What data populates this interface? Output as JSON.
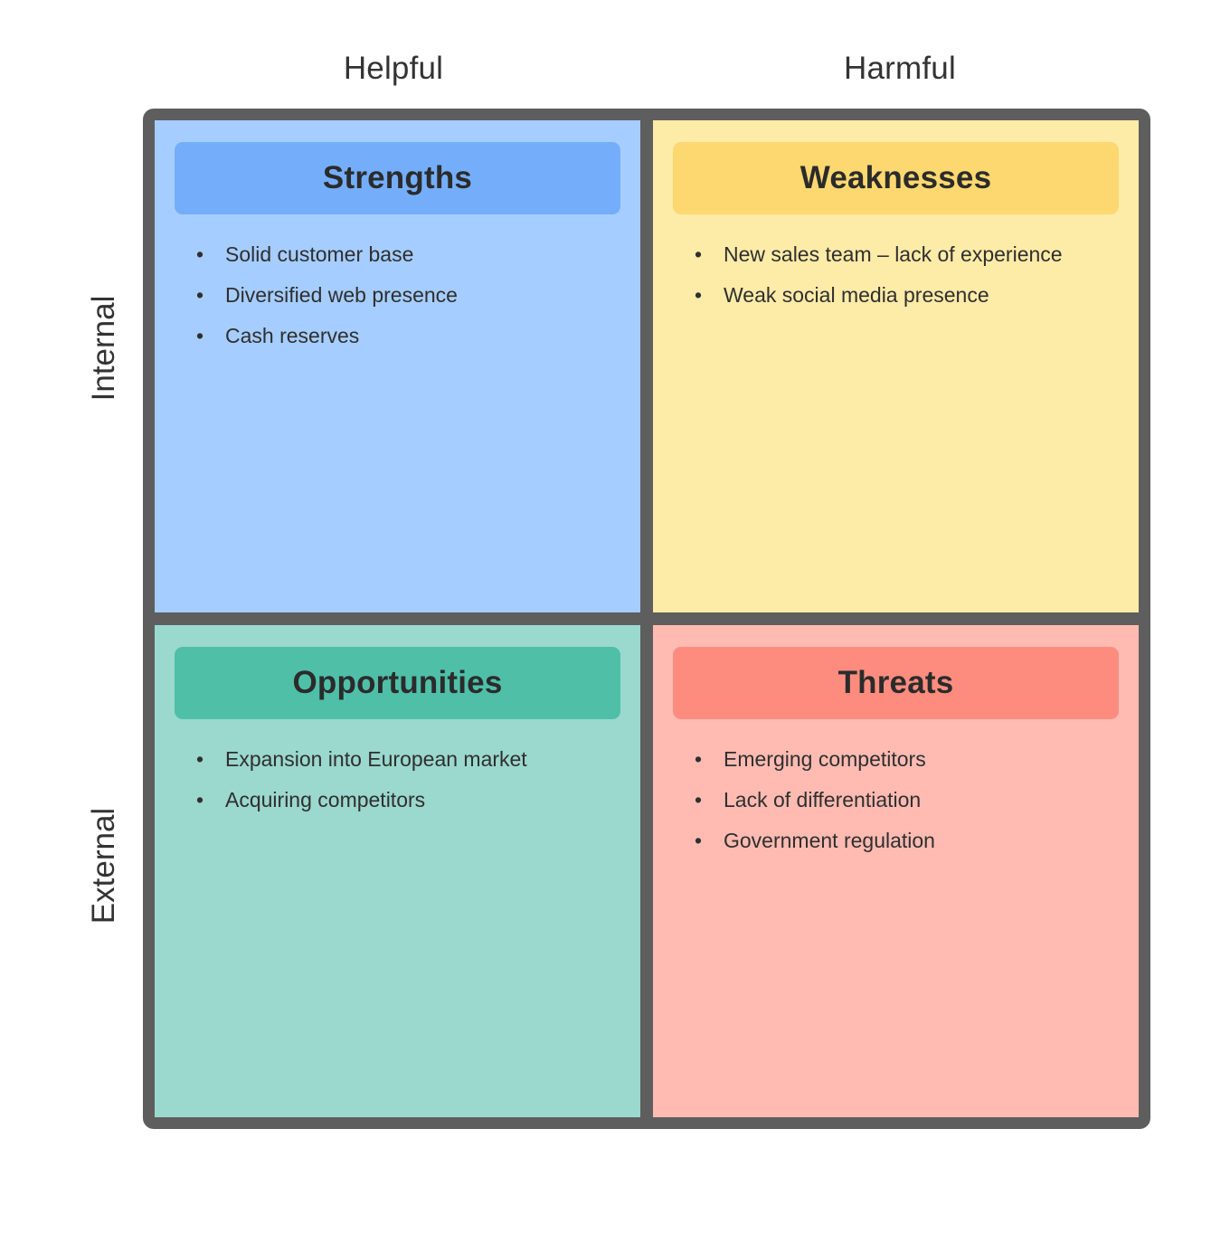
{
  "diagram": {
    "type": "swot-matrix",
    "column_headers": [
      {
        "id": "helpful",
        "label": "Helpful"
      },
      {
        "id": "harmful",
        "label": "Harmful"
      }
    ],
    "row_labels": [
      {
        "id": "internal",
        "label": "Internal"
      },
      {
        "id": "external",
        "label": "External"
      }
    ],
    "bullet_glyph": "•",
    "quadrants": [
      {
        "id": "strengths",
        "title": "Strengths",
        "position": "top-left",
        "fill_color": "#a5cdff",
        "header_color": "#74aefb",
        "items": [
          "Solid customer base",
          "Diversified web presence",
          "Cash reserves"
        ]
      },
      {
        "id": "weaknesses",
        "title": "Weaknesses",
        "position": "top-right",
        "fill_color": "#fdeba8",
        "header_color": "#fdd870",
        "items": [
          "New sales team – lack of experience",
          "Weak social media presence"
        ]
      },
      {
        "id": "opportunities",
        "title": "Opportunities",
        "position": "bottom-left",
        "fill_color": "#9bd8ce",
        "header_color": "#4fbfa8",
        "items": [
          "Expansion into European market",
          "Acquiring competitors"
        ]
      },
      {
        "id": "threats",
        "title": "Threats",
        "position": "bottom-right",
        "fill_color": "#ffbbb2",
        "header_color": "#fd8c7f",
        "items": [
          "Emerging competitors",
          "Lack of differentiation",
          "Government regulation"
        ]
      }
    ],
    "colors": {
      "frame": "#5e5e5e",
      "background": "#ffffff",
      "label_text": "#333333",
      "body_text": "#2f2f2f",
      "title_text": "#2b2b2b"
    }
  }
}
